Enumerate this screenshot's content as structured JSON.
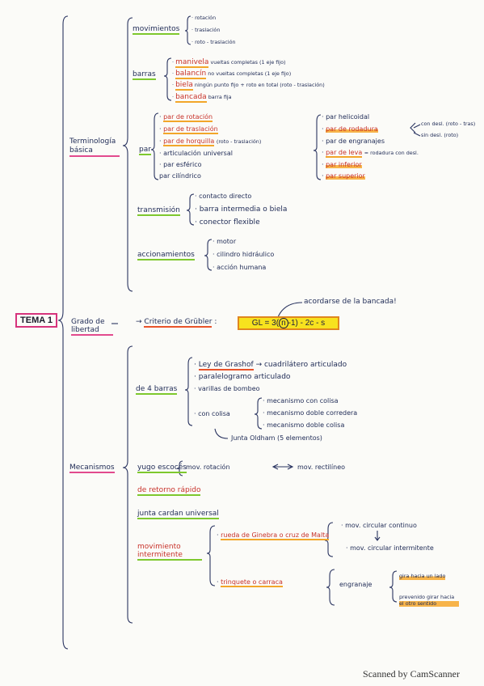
{
  "tema": "TEMA 1",
  "terminologia": {
    "label": "Terminología básica",
    "movimientos": {
      "label": "movimientos",
      "items": [
        "· rotación",
        "· traslación",
        "· roto - traslación"
      ]
    },
    "barras": {
      "label": "barras",
      "items": [
        {
          "name": "manivela",
          "desc": "vueltas completas (1 eje fijo)"
        },
        {
          "name": "balancín",
          "desc": "no vueltas completas (1 eje fijo)"
        },
        {
          "name": "biela",
          "desc": "ningún punto fijo + roto en total (roto - traslación)"
        },
        {
          "name": "bancada",
          "desc": "barra fija"
        }
      ]
    },
    "par": {
      "label": "par",
      "left": [
        "par de rotación",
        "par de traslación",
        "par de horquilla",
        "articulación universal",
        "par esférico",
        "par cilíndrico"
      ],
      "horquilla_note": "(roto - traslación)",
      "right": [
        "par helicoidal",
        "par de rodadura",
        "par de engranajes",
        "par de leva",
        "par inferior",
        "par superior"
      ],
      "rodadura_notes": [
        "con desl. (roto - tras)",
        "sin desl. (roto)"
      ],
      "leva_note": "= rodadura con desl."
    },
    "transmision": {
      "label": "transmisión",
      "items": [
        "contacto directo",
        "barra intermedia o biela",
        "conector flexible"
      ]
    },
    "accionamientos": {
      "label": "accionamientos",
      "items": [
        "motor",
        "cilindro hidráulico",
        "acción humana"
      ]
    }
  },
  "grado": {
    "label": "Grado de libertad",
    "criterio": "Criterio de Grübler",
    "formula_pre": "GL = 3(",
    "formula_n": "n",
    "formula_post": "-1) - 2c - s",
    "note": "acordarse de la bancada!"
  },
  "mecanismos": {
    "label": "Mecanismos",
    "cuatro_barras": {
      "label": "de 4 barras",
      "grashof": "Ley de Grashof",
      "grashof_result": "→ cuadrilátero articulado",
      "items": [
        "paralelogramo articulado",
        "varillas de bombeo"
      ],
      "colisa_label": "con colisa",
      "colisa_items": [
        "mecanismo con colisa",
        "mecanismo doble corredera",
        "mecanismo doble colisa"
      ],
      "oldham": "Junta Oldham (5 elementos)"
    },
    "yugo": {
      "label": "yugo escocés",
      "desc": "mov. rotación",
      "desc2": "mov. rectilíneo"
    },
    "retorno": "de retorno rápido",
    "cardan": "junta cardan universal",
    "intermitente": {
      "label": "movimiento intermitente",
      "ginebra": "rueda de Ginebra o cruz de Malta",
      "ginebra_a": "mov. circular continuo",
      "ginebra_b": "mov. circular intermitente",
      "trinquete": "trinquete o carraca",
      "engranaje": "engranaje",
      "eng_a": "gira hacia un lado",
      "eng_b": "prevenido girar hacia el otro sentido"
    }
  },
  "footer": "Scanned by CamScanner"
}
